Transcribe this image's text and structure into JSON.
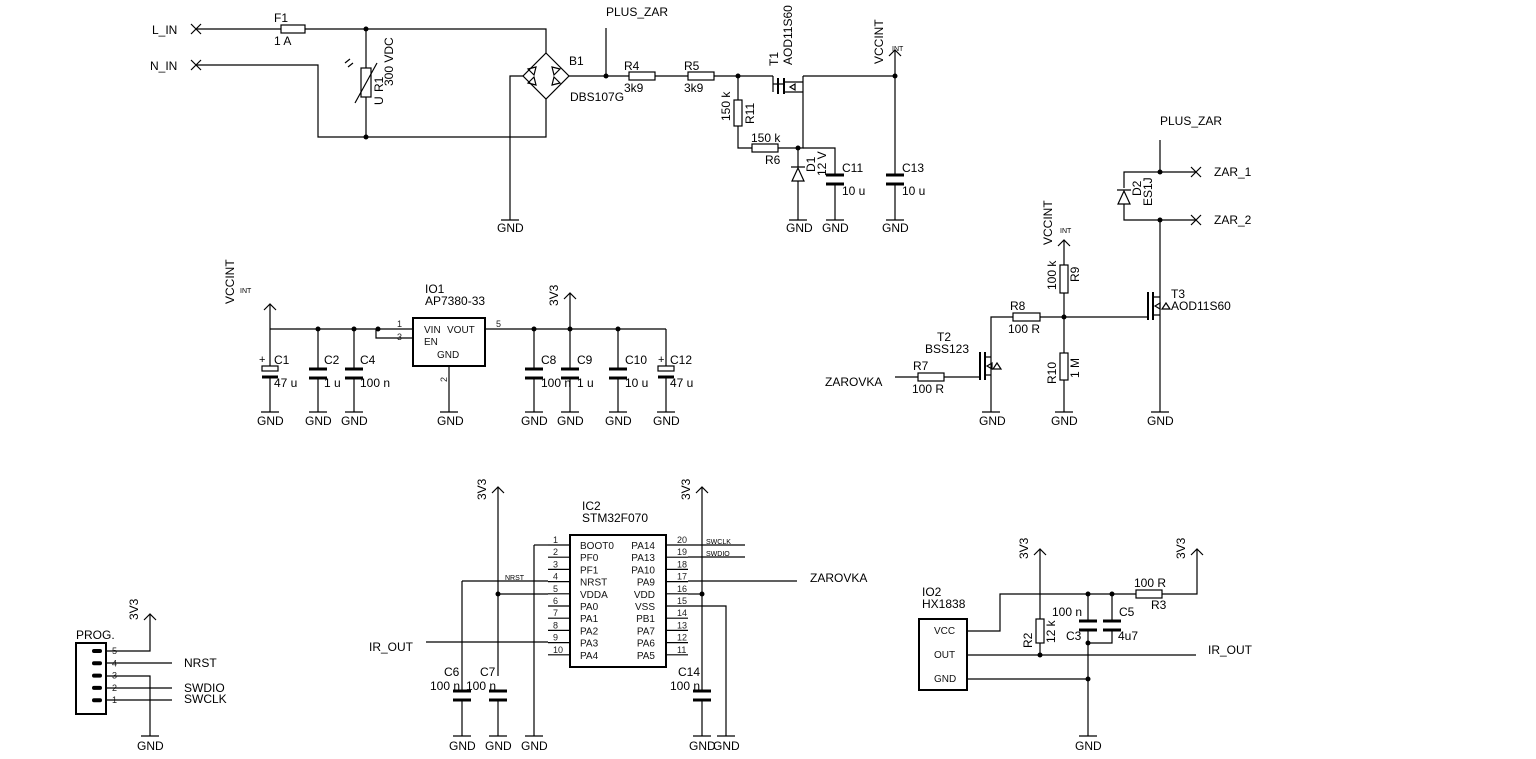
{
  "nets": {
    "l_in": "L_IN",
    "n_in": "N_IN",
    "plus_zar": "PLUS_ZAR",
    "vccint": "VCCINT",
    "int": "INT",
    "gnd": "GND",
    "v3v3": "3V3",
    "zar_1": "ZAR_1",
    "zar_2": "ZAR_2",
    "zarovka": "ZAROVKA",
    "ir_out": "IR_OUT",
    "nrst": "NRST",
    "swdio": "SWDIO",
    "swclk": "SWCLK",
    "nrst_small": "NRST",
    "swclk_small": "SWCLK",
    "swdio_small": "SWDIO"
  },
  "components": {
    "f1": {
      "name": "F1",
      "value": "1 A"
    },
    "r1": {
      "name": "R1",
      "value": "300 VDC",
      "u": "U"
    },
    "b1": {
      "name": "B1",
      "value": "DBS107G"
    },
    "r4": {
      "name": "R4",
      "value": "3k9"
    },
    "r5": {
      "name": "R5",
      "value": "3k9"
    },
    "t1": {
      "name": "T1",
      "value": "AOD11S60"
    },
    "r11": {
      "name": "R11",
      "value": "150 k"
    },
    "r6": {
      "name": "R6",
      "value": "150 k"
    },
    "d1": {
      "name": "D1",
      "value": "12 V"
    },
    "c11": {
      "name": "C11",
      "value": "10 u"
    },
    "c13": {
      "name": "C13",
      "value": "10 u"
    },
    "d2": {
      "name": "D2",
      "value": "ES1J"
    },
    "r9": {
      "name": "R9",
      "value": "100 k"
    },
    "t3": {
      "name": "T3",
      "value": "AOD11S60"
    },
    "r8": {
      "name": "R8",
      "value": "100 R"
    },
    "t2": {
      "name": "T2",
      "value": "BSS123"
    },
    "r7": {
      "name": "R7",
      "value": "100 R"
    },
    "r10": {
      "name": "R10",
      "value": "1 M"
    },
    "io1": {
      "name": "IO1",
      "value": "AP7380-33",
      "vin": "VIN",
      "vout": "VOUT",
      "en": "EN",
      "gnd": "GND",
      "pin1": "1",
      "pin3": "3",
      "pin5": "5",
      "pin2": "2"
    },
    "c1": {
      "name": "C1",
      "value": "47 u"
    },
    "c2": {
      "name": "C2",
      "value": "1 u"
    },
    "c4": {
      "name": "C4",
      "value": "100 n"
    },
    "c8": {
      "name": "C8",
      "value": "100 n"
    },
    "c9": {
      "name": "C9",
      "value": "1 u"
    },
    "c10": {
      "name": "C10",
      "value": "10 u"
    },
    "c12": {
      "name": "C12",
      "value": "47 u"
    },
    "ic2": {
      "name": "IC2",
      "value": "STM32F070"
    },
    "c6": {
      "name": "C6",
      "value": "100 n"
    },
    "c7": {
      "name": "C7",
      "value": "100 n"
    },
    "c14": {
      "name": "C14",
      "value": "100 n"
    },
    "io2": {
      "name": "IO2",
      "value": "HX1838",
      "vcc": "VCC",
      "out": "OUT",
      "gnd": "GND"
    },
    "r2": {
      "name": "R2",
      "value": "12 k"
    },
    "c3": {
      "name": "C3",
      "value": "100 n"
    },
    "c5": {
      "name": "C5",
      "value": "4u7"
    },
    "r3": {
      "name": "R3",
      "value": "100 R"
    },
    "prog": {
      "name": "PROG.",
      "pins": [
        "5",
        "4",
        "3",
        "2",
        "1"
      ]
    },
    "plus_marks": {
      "c1": "+",
      "c12": "+"
    }
  },
  "ic2_pins": {
    "left": [
      {
        "num": "1",
        "name": "BOOT0"
      },
      {
        "num": "2",
        "name": "PF0"
      },
      {
        "num": "3",
        "name": "PF1"
      },
      {
        "num": "4",
        "name": "NRST"
      },
      {
        "num": "5",
        "name": "VDDA"
      },
      {
        "num": "6",
        "name": "PA0"
      },
      {
        "num": "7",
        "name": "PA1"
      },
      {
        "num": "8",
        "name": "PA2"
      },
      {
        "num": "9",
        "name": "PA3"
      },
      {
        "num": "10",
        "name": "PA4"
      }
    ],
    "right": [
      {
        "num": "20",
        "name": "PA14"
      },
      {
        "num": "19",
        "name": "PA13"
      },
      {
        "num": "18",
        "name": "PA10"
      },
      {
        "num": "17",
        "name": "PA9"
      },
      {
        "num": "16",
        "name": "VDD"
      },
      {
        "num": "15",
        "name": "VSS"
      },
      {
        "num": "14",
        "name": "PB1"
      },
      {
        "num": "13",
        "name": "PA7"
      },
      {
        "num": "12",
        "name": "PA6"
      },
      {
        "num": "11",
        "name": "PA5"
      }
    ]
  }
}
